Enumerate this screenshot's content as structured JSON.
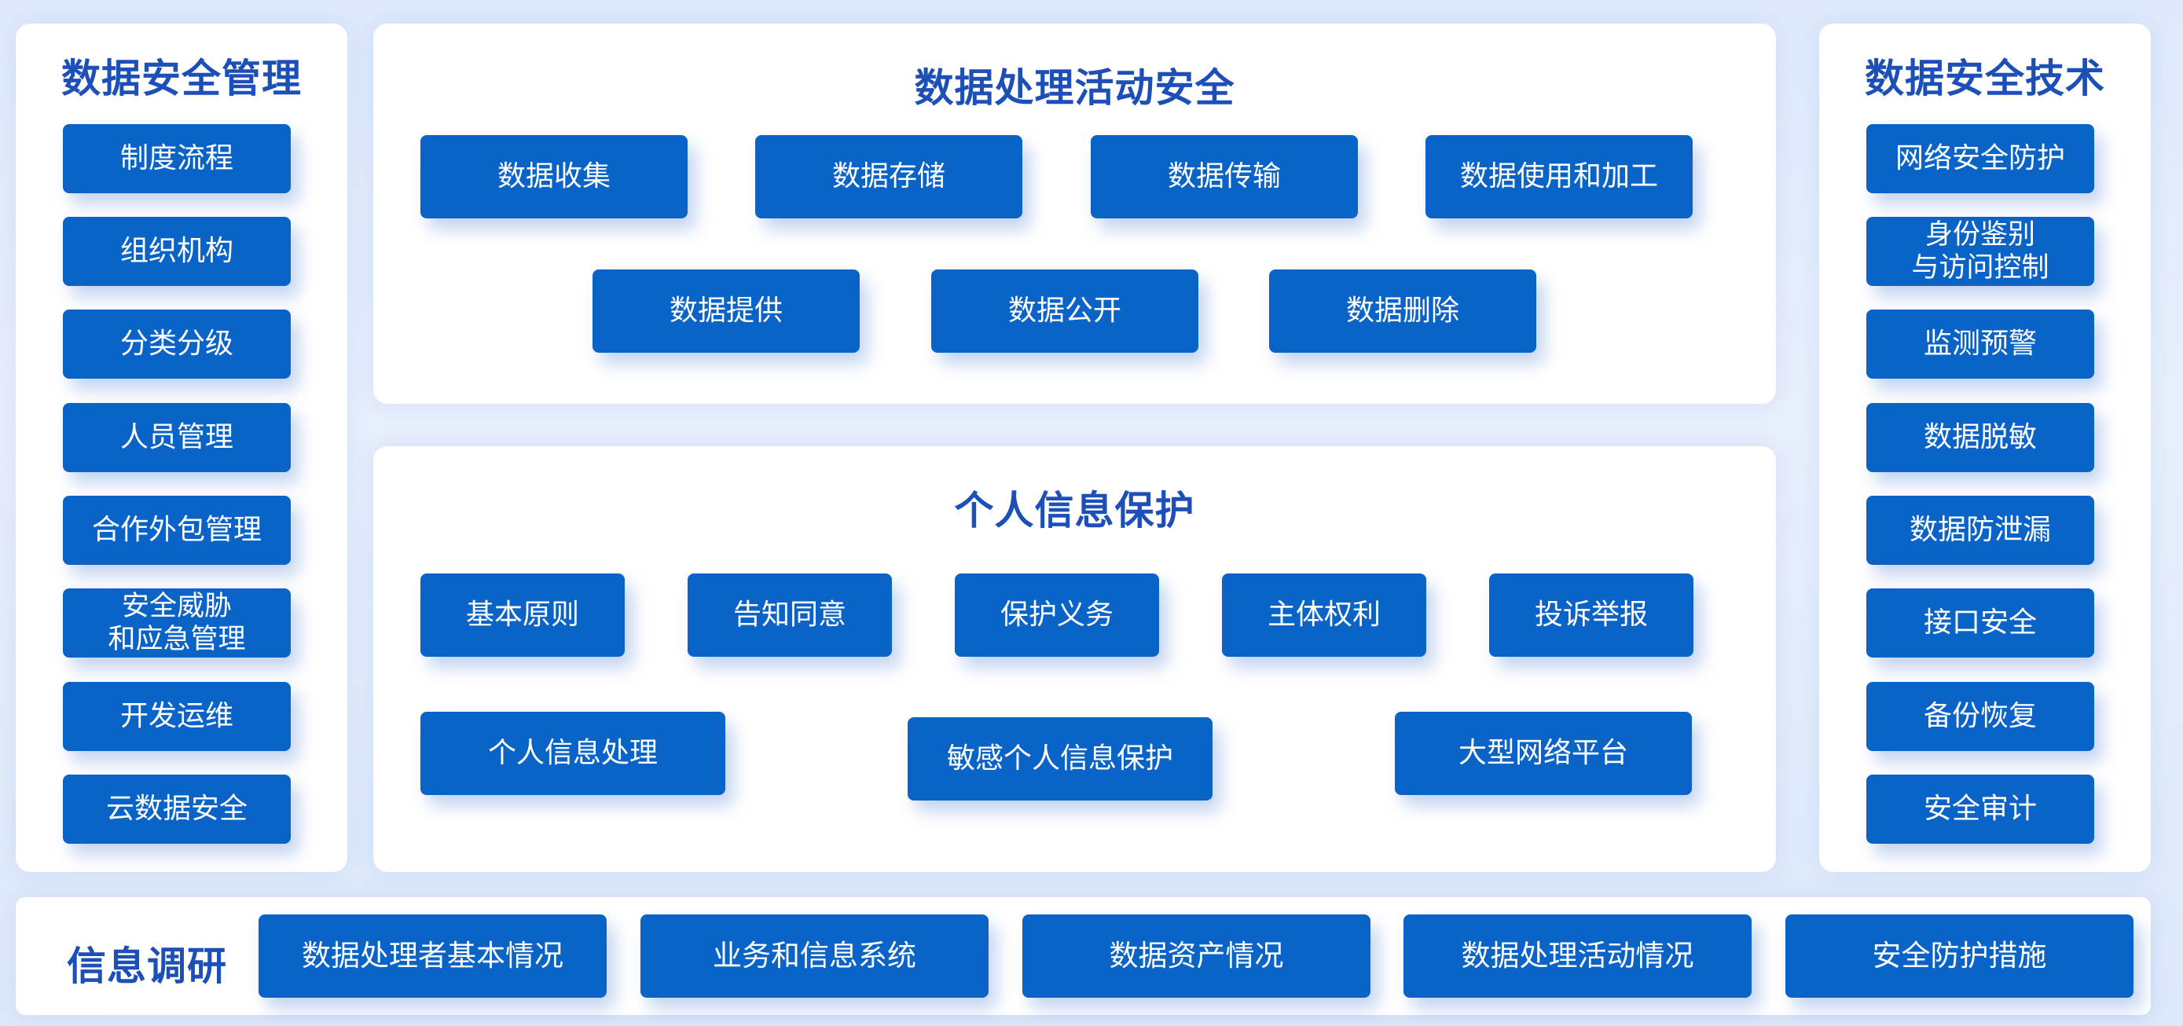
{
  "left_panel": {
    "title": "数据安全管理",
    "items": [
      "制度流程",
      "组织机构",
      "分类分级",
      "人员管理",
      "合作外包管理",
      "安全威胁\n和应急管理",
      "开发运维",
      "云数据安全"
    ]
  },
  "activity_panel": {
    "title": "数据处理活动安全",
    "row1": [
      "数据收集",
      "数据存储",
      "数据传输",
      "数据使用和加工"
    ],
    "row2": [
      "数据提供",
      "数据公开",
      "数据删除"
    ]
  },
  "privacy_panel": {
    "title": "个人信息保护",
    "row1": [
      "基本原则",
      "告知同意",
      "保护义务",
      "主体权利",
      "投诉举报"
    ],
    "row2": [
      "个人信息处理",
      "敏感个人信息保护",
      "大型网络平台"
    ]
  },
  "right_panel": {
    "title": "数据安全技术",
    "items": [
      "网络安全防护",
      "身份鉴别\n与访问控制",
      "监测预警",
      "数据脱敏",
      "数据防泄漏",
      "接口安全",
      "备份恢复",
      "安全审计"
    ]
  },
  "survey": {
    "title": "信息调研",
    "items": [
      "数据处理者基本情况",
      "业务和信息系统",
      "数据资产情况",
      "数据处理活动情况",
      "安全防护措施"
    ]
  },
  "colors": {
    "box": "#0a63c7",
    "title": "#1d4fb8",
    "panel": "#ffffff",
    "background": "#e3ecfb"
  }
}
